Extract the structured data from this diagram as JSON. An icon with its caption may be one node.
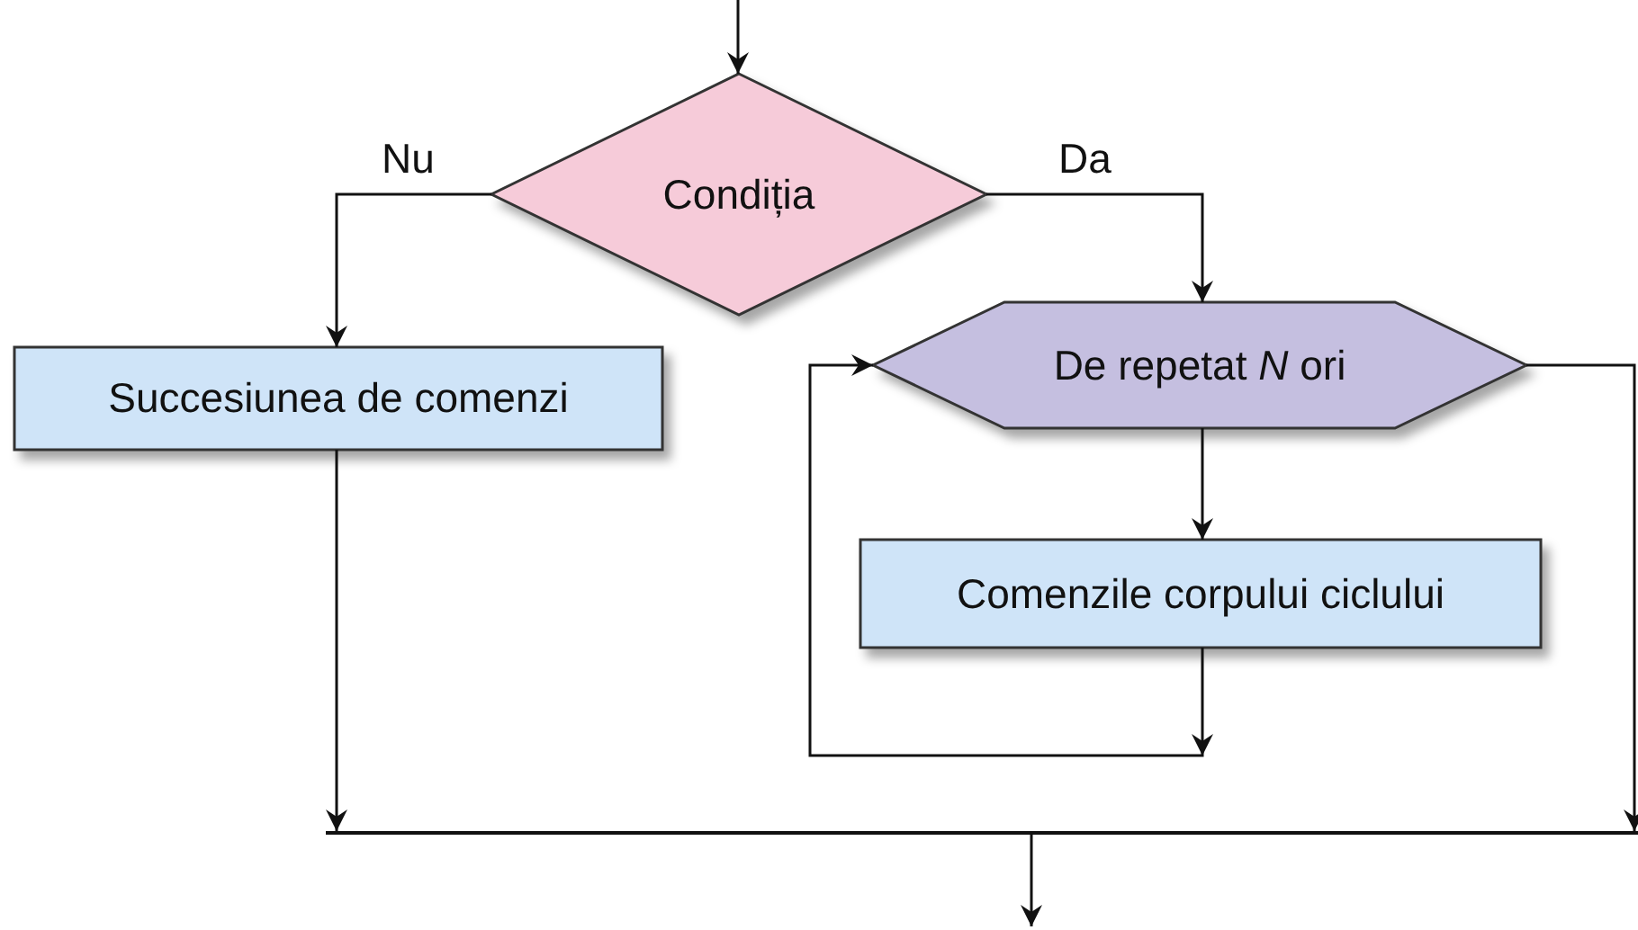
{
  "diagram": {
    "nodes": [
      {
        "text": [
          "Condiția"
        ]
      },
      {
        "text": [
          "Succesiunea de comenzi"
        ]
      },
      {
        "text": [
          "De repetat *N* ori"
        ]
      },
      {
        "text": [
          "Comenzile corpului ciclului"
        ]
      },
      {
        "text": [],
        "shape": "bar"
      }
    ],
    "edges": [
      {
        "from": null,
        "to": 0,
        "arrow": "to"
      },
      {
        "from": 0,
        "to": 1,
        "arrow": "to",
        "label": "Nu"
      },
      {
        "from": 0,
        "to": 2,
        "arrow": "to",
        "label": "Da"
      },
      {
        "from": 2,
        "to": 3,
        "arrow": "to"
      },
      {
        "from": 3,
        "to": 2,
        "arrow": "to"
      },
      {
        "from": 1,
        "to": 4,
        "arrow": "to"
      },
      {
        "from": 2,
        "to": 4,
        "arrow": "to"
      },
      {
        "from": 4,
        "to": null,
        "arrow": "to"
      }
    ]
  }
}
